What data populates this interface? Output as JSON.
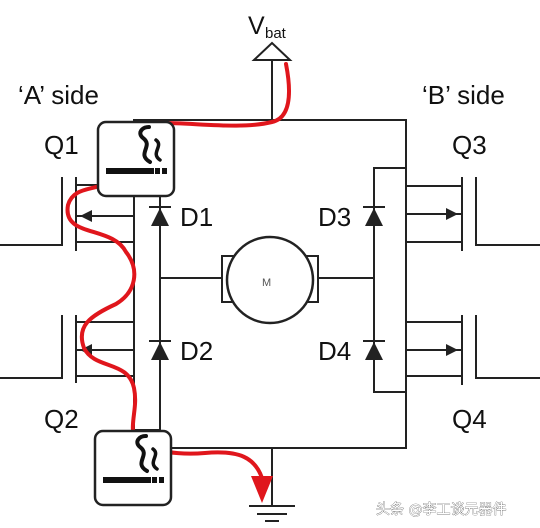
{
  "labels": {
    "vbat_main": "V",
    "vbat_sub": "bat",
    "side_a": "‘A’ side",
    "side_b": "‘B’ side",
    "q1": "Q1",
    "q2": "Q2",
    "q3": "Q3",
    "q4": "Q4",
    "d1": "D1",
    "d2": "D2",
    "d3": "D3",
    "d4": "D4",
    "motor": "M"
  },
  "watermark": "头条 @李工谈元器件",
  "colors": {
    "wire": "#222222",
    "current_path": "#e0161c"
  },
  "icons": {
    "q1_overlay": "cigarette-icon",
    "q2_overlay": "cigarette-icon",
    "motor": "motor-icon",
    "supply": "supply-arrow-icon",
    "ground": "ground-icon"
  }
}
